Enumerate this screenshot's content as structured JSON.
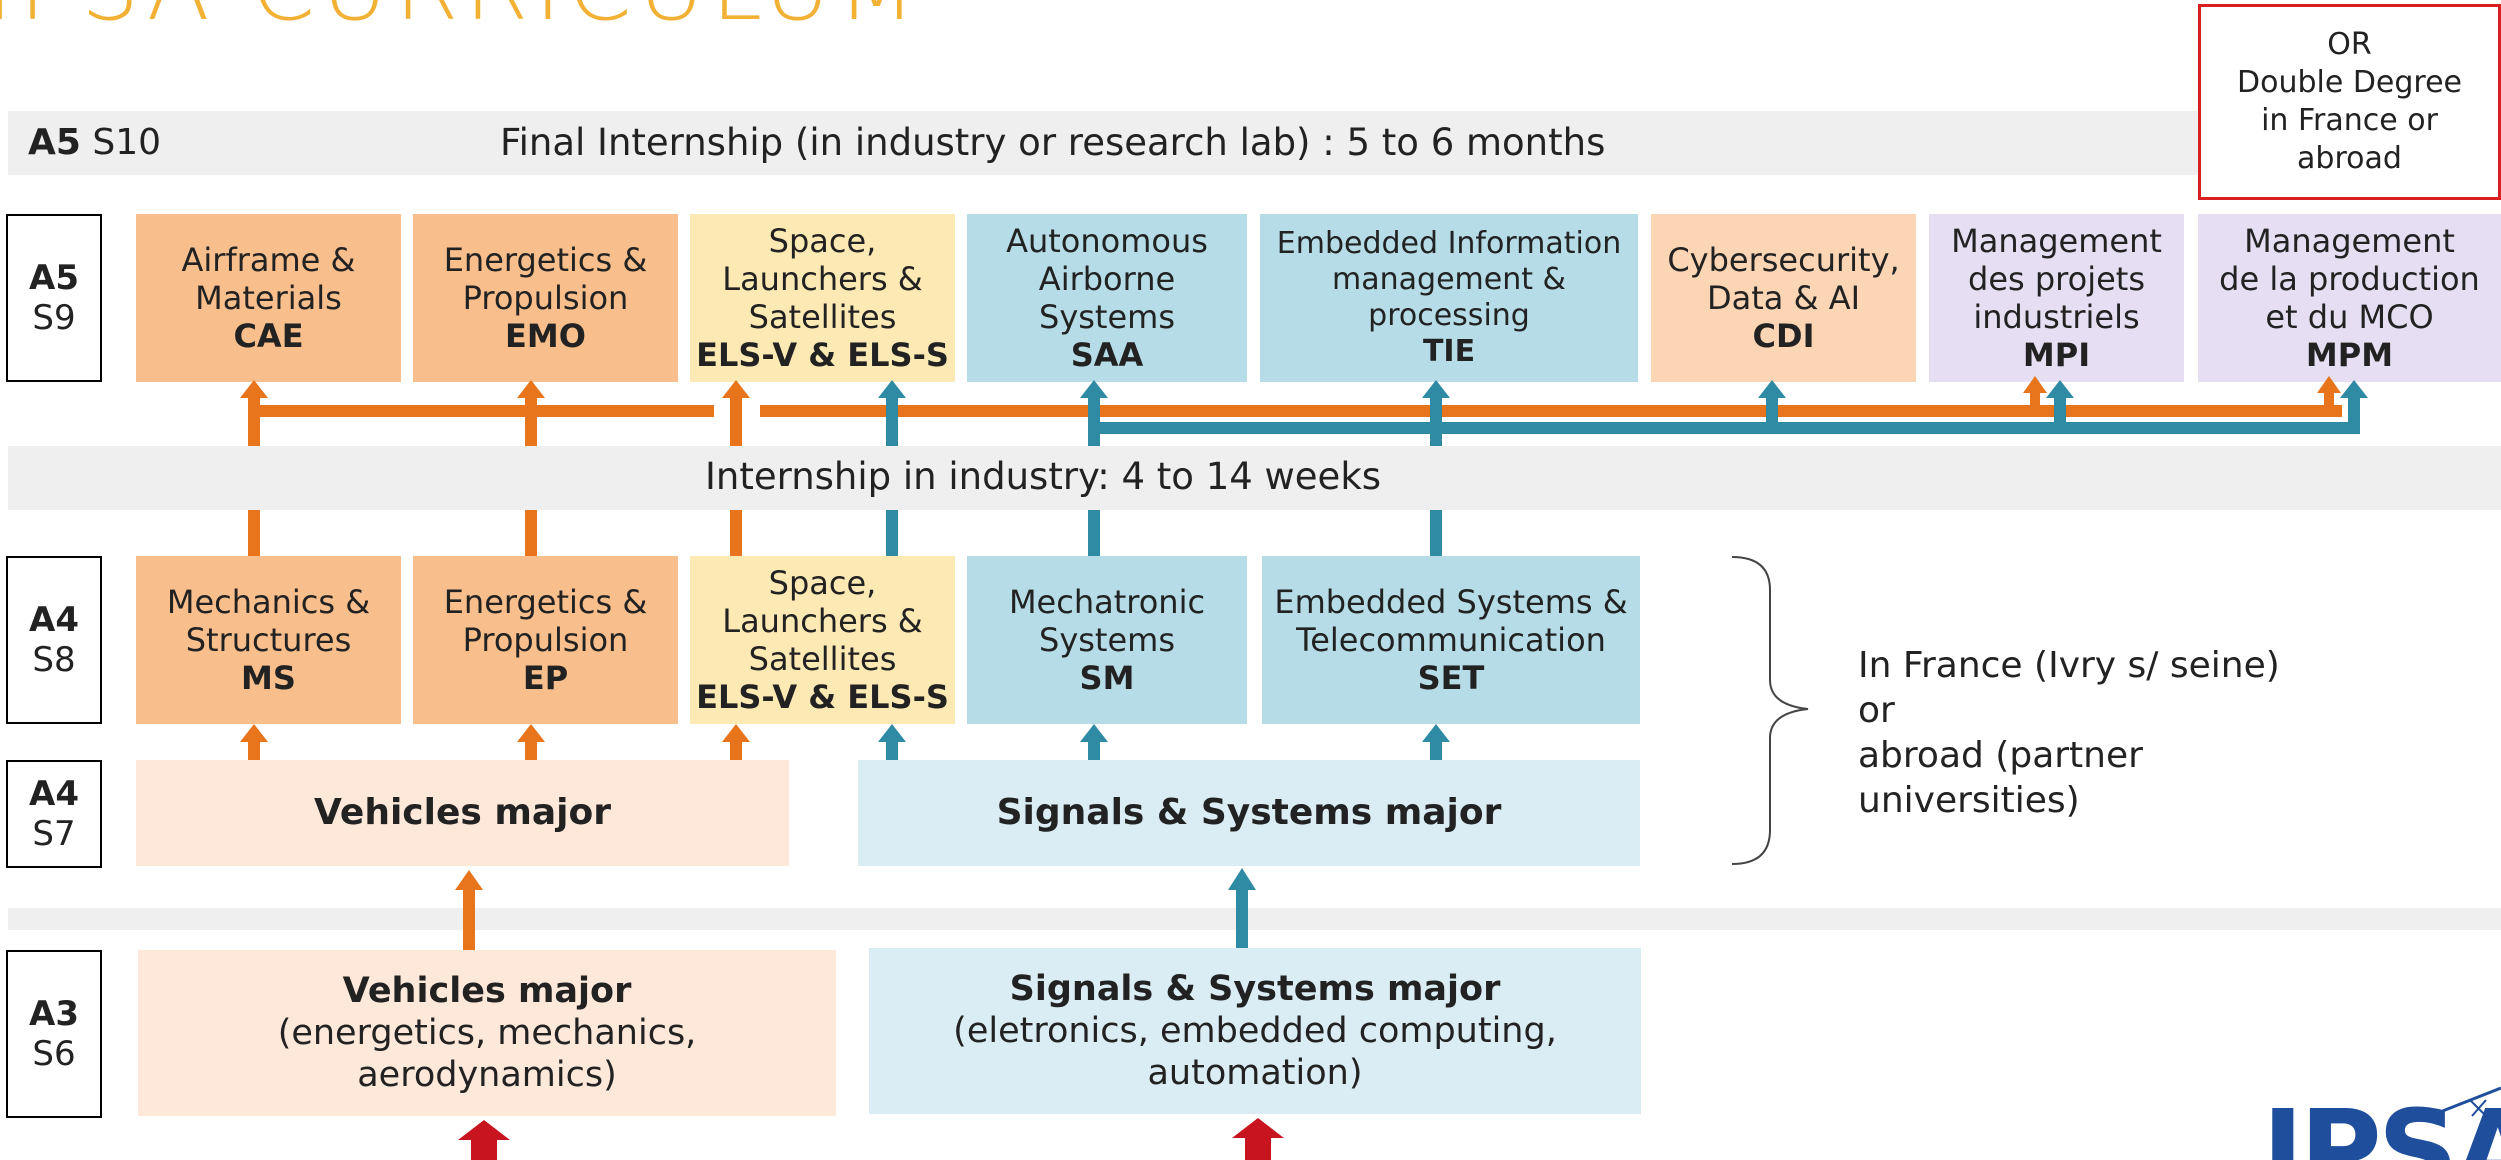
{
  "header": {
    "title": "IPSA CURRICULUM",
    "title_color": "#f2b134"
  },
  "rows": {
    "a5s10": {
      "year": "A5",
      "semester": "S10",
      "text": "Final Internship (in industry or research lab) : 5 to 6 months"
    },
    "or_box": {
      "lines": [
        "OR",
        "Double Degree",
        "in France or",
        "abroad"
      ],
      "border_color": "#d92020"
    },
    "a5s9": {
      "year": "A5",
      "semester": "S9",
      "specializations": [
        {
          "lines": [
            "Airframe &",
            "Materials"
          ],
          "code": "CAE",
          "track": "vehicles"
        },
        {
          "lines": [
            "Energetics &",
            "Propulsion"
          ],
          "code": "EMO",
          "track": "vehicles"
        },
        {
          "lines": [
            "Space,",
            "Launchers &",
            "Satellites"
          ],
          "code": "ELS-V & ELS-S",
          "track": "both"
        },
        {
          "lines": [
            "Autonomous",
            "Airborne",
            "Systems"
          ],
          "code": "SAA",
          "track": "signals"
        },
        {
          "lines": [
            "Embedded Information",
            "management &",
            "processing"
          ],
          "code": "TIE",
          "track": "signals"
        },
        {
          "lines": [
            "Cybersecurity,",
            "Data & AI"
          ],
          "code": "CDI",
          "track": "signals"
        },
        {
          "lines": [
            "Management",
            "des projets",
            "industriels"
          ],
          "code": "MPI",
          "track": "management"
        },
        {
          "lines": [
            "Management",
            "de la production",
            "et du MCO"
          ],
          "code": "MPM",
          "track": "management"
        }
      ]
    },
    "internship_a4": {
      "text": "Internship in industry: 4 to 14 weeks"
    },
    "a4s8": {
      "year": "A4",
      "semester": "S8",
      "specializations": [
        {
          "lines": [
            "Mechanics &",
            "Structures"
          ],
          "code": "MS"
        },
        {
          "lines": [
            "Energetics &",
            "Propulsion"
          ],
          "code": "EP"
        },
        {
          "lines": [
            "Space,",
            "Launchers &",
            "Satellites"
          ],
          "code": "ELS-V & ELS-S"
        },
        {
          "lines": [
            "Mechatronic",
            "Systems"
          ],
          "code": "SM"
        },
        {
          "lines": [
            "Embedded Systems &",
            "Telecommunication"
          ],
          "code": "SET"
        }
      ]
    },
    "a4s7": {
      "year": "A4",
      "semester": "S7",
      "vehicles": "Vehicles major",
      "signals": "Signals & Systems major"
    },
    "a3s6": {
      "year": "A3",
      "semester": "S6",
      "vehicles": {
        "title": "Vehicles major",
        "lines": [
          "(energetics, mechanics,",
          "aerodynamics)"
        ]
      },
      "signals": {
        "title": "Signals & Systems major",
        "lines": [
          "(eletronics, embedded computing,",
          "automation)"
        ]
      }
    }
  },
  "location": {
    "lines": [
      "In France (Ivry s/ seine)",
      "or",
      "abroad (partner",
      "universities)"
    ]
  },
  "logo": {
    "text": "IPSA"
  },
  "colors": {
    "vehicles_arrow": "#e8741c",
    "signals_arrow": "#2f8aa3",
    "entry_arrow": "#c8141e",
    "orange_box": "#f8bf8d",
    "blue_box": "#b5dce7",
    "yellow_box": "#fde9b4",
    "lavender_box": "#e6dff3"
  }
}
